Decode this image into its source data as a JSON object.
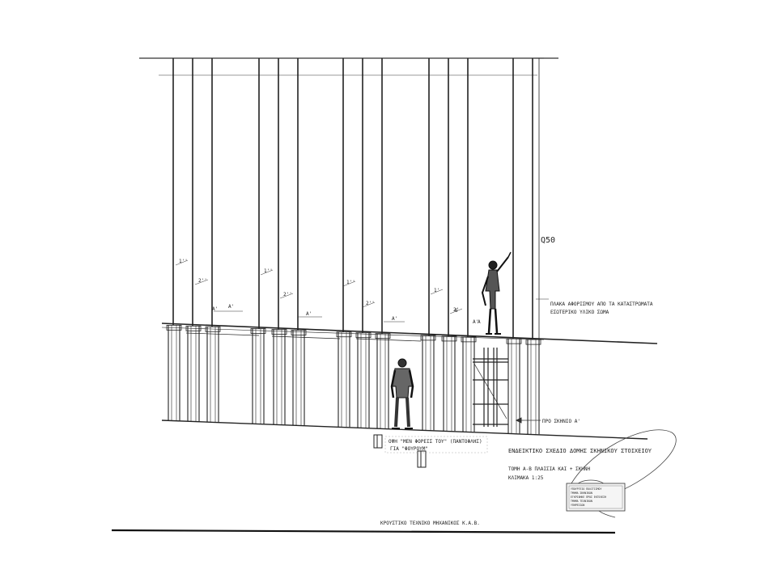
{
  "drawing": {
    "dimension_label": "Q50",
    "top_labels": [
      "1''",
      "2''",
      "1''",
      "2''",
      "1''",
      "2''",
      "1'",
      "2'"
    ],
    "level_labels": [
      "A'",
      "A'",
      "A'",
      "A'",
      "A'"
    ],
    "number_labels": [
      "6",
      "A"
    ],
    "right_note_line1": "ΠΛΑΚΑ ΑΦΟΡΙΣΜΟΥ ΑΠΟ ΤΑ ΚΑΤΑΣΤΡΩΜΑΤΑ",
    "right_note_line2": "ΕΣΩΤΕΡΙΚΟ ΥΛΙΚΟ ΣΩΜΑ",
    "bottom_note_line1": "ΟΨΗ \"ΜΕΝ ΦΟΡΕΙΣ ΤΟΥ\" (ΠΑΝΤΟΦΛΗΣ)",
    "bottom_note_line2": "ΓΙΑ \"ΦΟΥΡΟΥΜ\"",
    "right_arrow_label": "ΠΡΟ ΣΚΗΝΙΟ Α'",
    "title_line": "ΕΝΔΕΙΚΤΙΚΟ ΣΧΕΔΙΟ ΔΟΜΗΣ ΣΚΗΝΙΚΟΥ ΣΤΟΙΧΕΙΟΥ",
    "section_line": "ΤΟΜΗ Α-Β ΠΛΑΙΣΙΑ ΚΑΙ + ΣΚΗΝΗ",
    "scale_line": "ΚΛΙΜΑΚΑ 1:25",
    "stamp_lines": [
      "ΥΠΟΥΡΓΕΙΟ ΠΟΛΙΤΙΣΜΟΥ",
      "ΤΜΗΜΑ ΣΚΗΝΙΚΩΝ",
      "ΕΓΚΡΙΘΗΚΕ ΠΡΟΣ ΕΚΤΕΛΕΣΗ",
      "ΤΜΗΜΑ ΤΕΧΝΙΚΩΝ",
      "ΥΠΗΡΕΣΙΩΝ"
    ],
    "footer_line": "ΚΡΟΥΣΤΙΚΟ ΤΕΧΝΙΚΟ ΜΗΧΑΝΙΚΟΣ Κ.Α.Β."
  }
}
